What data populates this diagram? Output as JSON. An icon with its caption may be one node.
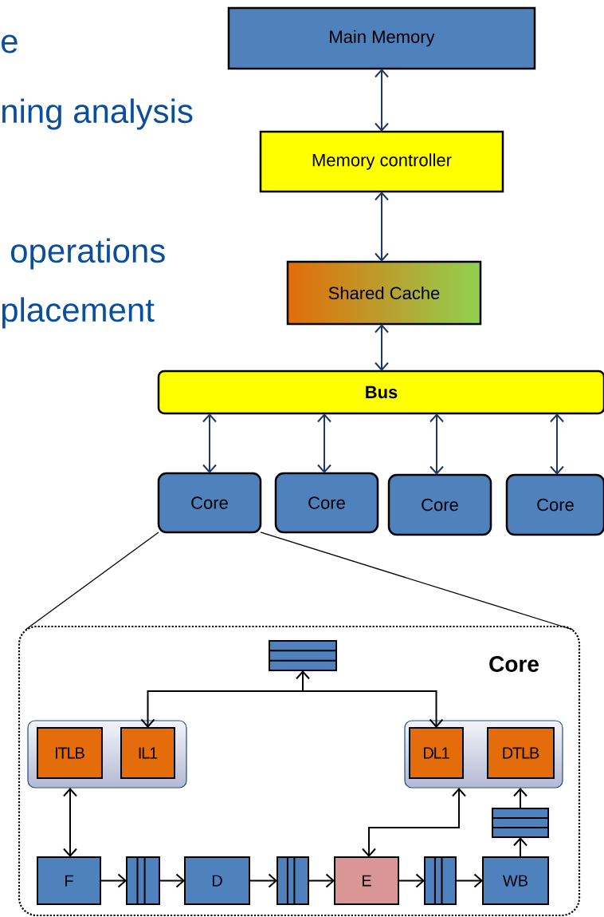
{
  "diagram": {
    "nodes": [
      {
        "text": [
          "Main Memory"
        ]
      },
      {
        "text": [
          "Memory controller"
        ]
      },
      {
        "text": [
          "Shared Cache"
        ]
      },
      {
        "text": [
          "Bus"
        ]
      },
      {
        "text": [
          "Core"
        ]
      },
      {
        "text": [
          "Core"
        ]
      },
      {
        "text": [
          "Core"
        ]
      },
      {
        "text": [
          "Core"
        ]
      },
      {
        "text": [
          "Core"
        ]
      },
      {
        "text": [],
        "shape": "bar",
        "in": 8
      },
      {
        "text": [],
        "shape": "box",
        "in": 8
      },
      {
        "text": [
          "ITLB"
        ],
        "in": 10
      },
      {
        "text": [
          "IL1"
        ],
        "in": 10
      },
      {
        "text": [],
        "shape": "box",
        "in": 8
      },
      {
        "text": [
          "DL1"
        ],
        "in": 13
      },
      {
        "text": [
          "DTLB"
        ],
        "in": 13
      },
      {
        "text": [],
        "shape": "bar",
        "in": 8
      },
      {
        "text": [
          "F"
        ],
        "in": 8
      },
      {
        "text": [],
        "shape": "bar",
        "in": 8
      },
      {
        "text": [
          "D"
        ],
        "in": 8
      },
      {
        "text": [],
        "shape": "bar",
        "in": 8
      },
      {
        "text": [
          "E"
        ],
        "in": 8
      },
      {
        "text": [],
        "shape": "bar",
        "in": 8
      },
      {
        "text": [
          "WB"
        ],
        "in": 8
      }
    ],
    "edges": [
      {
        "from": 0,
        "to": 1,
        "arrow": "both",
        "color": "#1f3864"
      },
      {
        "from": 1,
        "to": 2,
        "arrow": "both",
        "color": "#1f3864"
      },
      {
        "from": 2,
        "to": 3,
        "arrow": "both",
        "color": "#1f3864"
      },
      {
        "from": 3,
        "to": 4,
        "arrow": "both",
        "color": "#1f3864"
      },
      {
        "from": 3,
        "to": 5,
        "arrow": "both",
        "color": "#1f3864"
      },
      {
        "from": 3,
        "to": 6,
        "arrow": "both",
        "color": "#1f3864"
      },
      {
        "from": 3,
        "to": 7,
        "arrow": "both",
        "color": "#1f3864"
      },
      {
        "from": 4,
        "to": 8,
        "arrow": "none"
      },
      {
        "from": 4,
        "to": 8,
        "arrow": "none"
      },
      {
        "from": 9,
        "to": 12,
        "arrow": "both"
      },
      {
        "from": 9,
        "to": 14,
        "arrow": "to"
      },
      {
        "from": 10,
        "to": 17,
        "arrow": "both"
      },
      {
        "from": 21,
        "to": 13,
        "arrow": "both"
      },
      {
        "from": 17,
        "to": 18,
        "arrow": "to"
      },
      {
        "from": 18,
        "to": 19,
        "arrow": "to"
      },
      {
        "from": 19,
        "to": 20,
        "arrow": "to"
      },
      {
        "from": 20,
        "to": 21,
        "arrow": "to"
      },
      {
        "from": 21,
        "to": 22,
        "arrow": "to"
      },
      {
        "from": 22,
        "to": 23,
        "arrow": "to"
      },
      {
        "from": 23,
        "to": 16,
        "arrow": "to"
      },
      {
        "from": 16,
        "to": 13,
        "arrow": "to"
      }
    ],
    "labels": [
      "e",
      "ning analysis",
      "operations",
      "placement"
    ]
  }
}
